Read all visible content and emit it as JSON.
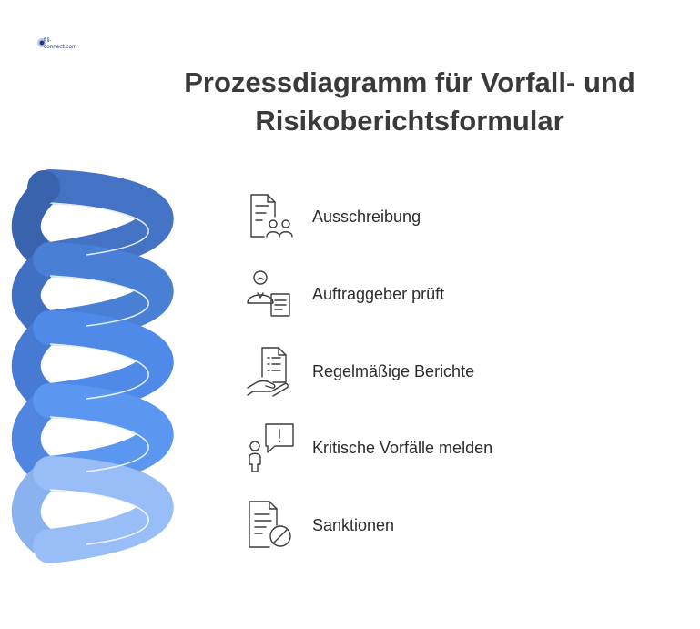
{
  "logo": {
    "text": "fili-connect.com"
  },
  "title": {
    "line1": "Prozessdiagramm für Vorfall- und",
    "line2": "Risikoberichtsformular"
  },
  "steps": [
    {
      "label": "Ausschreibung",
      "icon": "document-people-icon"
    },
    {
      "label": "Auftraggeber prüft",
      "icon": "person-document-icon"
    },
    {
      "label": "Regelmäßige Berichte",
      "icon": "hand-document-icon"
    },
    {
      "label": "Kritische Vorfälle melden",
      "icon": "person-alert-icon"
    },
    {
      "label": "Sanktionen",
      "icon": "document-blocked-icon"
    }
  ],
  "colors": {
    "title": "#3a3a3a",
    "spring": [
      "#4472c4",
      "#4a7fd6",
      "#4f8ae8",
      "#5b96f0",
      "#98bdf7"
    ]
  }
}
